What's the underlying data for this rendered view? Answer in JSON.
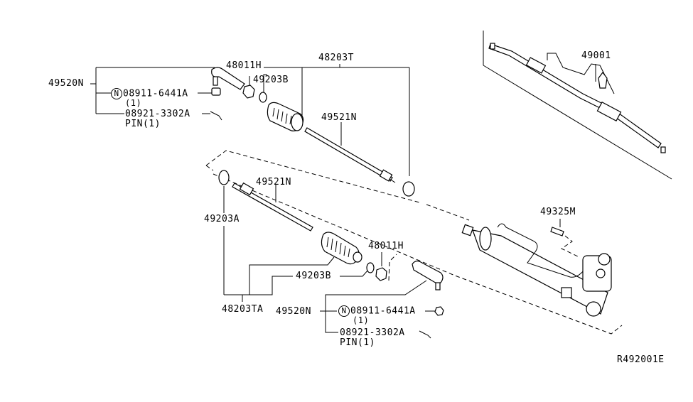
{
  "diagram": {
    "reference_code": "R492001E",
    "assembly": {
      "part": "49001"
    },
    "upper": {
      "tie_rod_end": {
        "part": "49520N"
      },
      "nut": {
        "part": "08911-6441A",
        "qty": "(1)",
        "badge": "N"
      },
      "pin": {
        "part": "08921-3302A",
        "desc": "PIN(1)"
      },
      "lock_nut": {
        "part": "48011H"
      },
      "boot_clamp": {
        "part": "49203B"
      },
      "boot_kit": {
        "part": "48203T"
      },
      "inner_socket": {
        "part": "49521N"
      }
    },
    "lower": {
      "clamp": {
        "part": "49203A"
      },
      "inner_socket": {
        "part": "49521N"
      },
      "boot_clamp": {
        "part": "49203B"
      },
      "lock_nut": {
        "part": "48011H"
      },
      "boot_kit": {
        "part": "48203TA"
      },
      "tie_rod_end": {
        "part": "49520N"
      },
      "nut": {
        "part": "08911-6441A",
        "qty": "(1)",
        "badge": "N"
      },
      "pin": {
        "part": "08921-3302A",
        "desc": "PIN(1)"
      }
    },
    "fitting": {
      "part": "49325M"
    }
  }
}
